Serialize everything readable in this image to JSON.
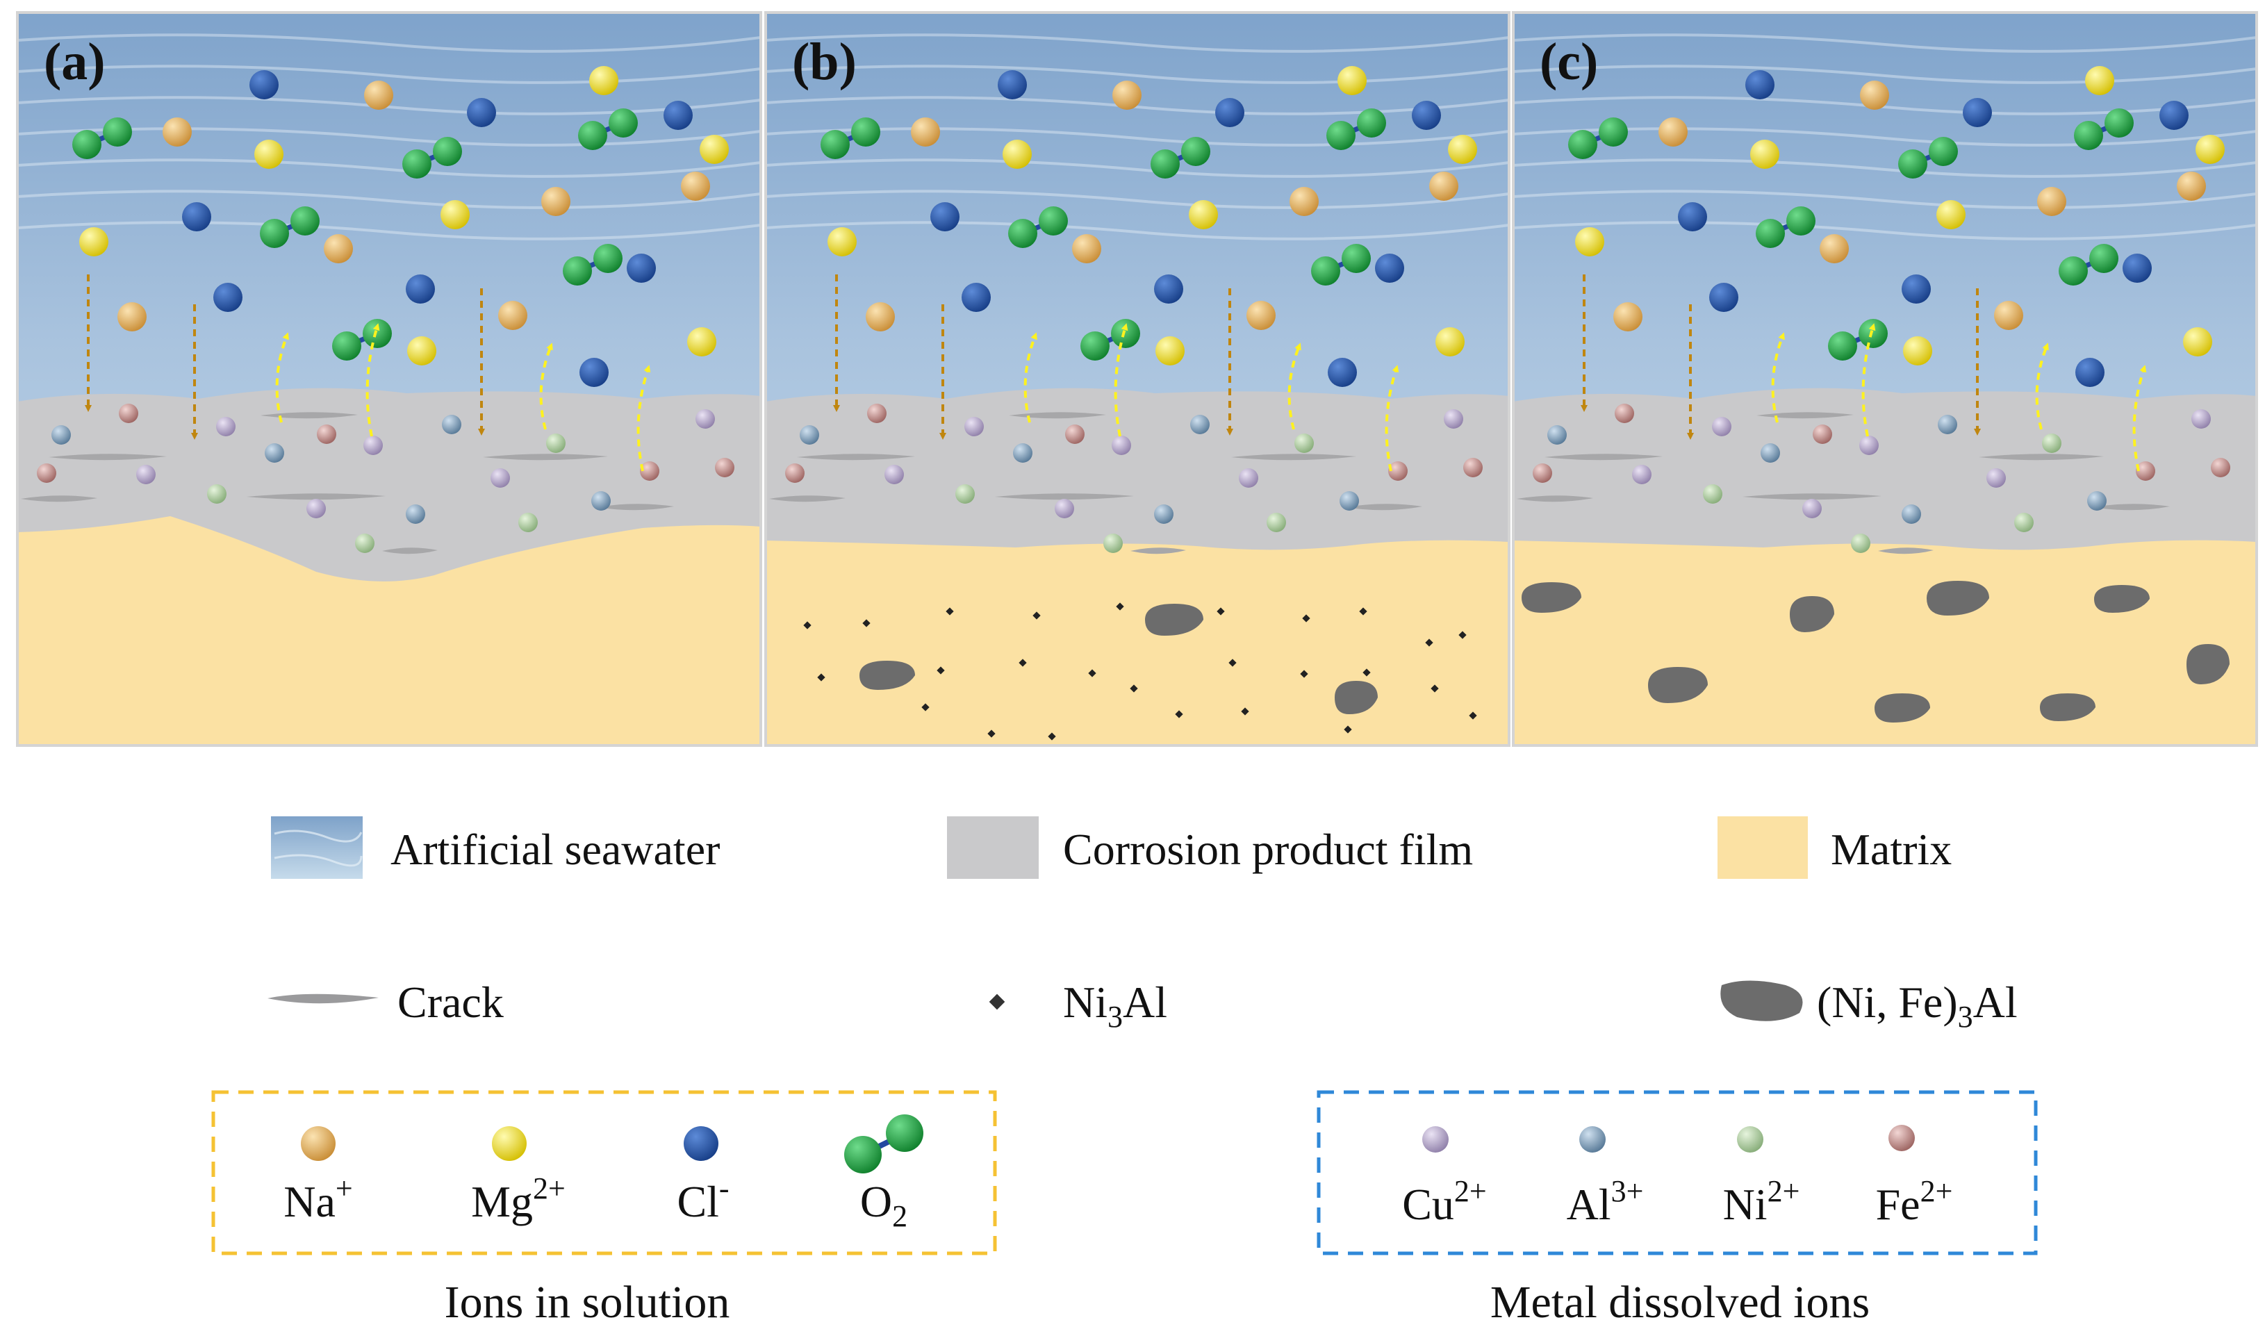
{
  "panels": [
    {
      "label": "(a)",
      "variant": "a"
    },
    {
      "label": "(b)",
      "variant": "b"
    },
    {
      "label": "(c)",
      "variant": "c"
    }
  ],
  "legend_layers": {
    "seawater": "Artificial seawater",
    "film": "Corrosion product film",
    "matrix": "Matrix"
  },
  "legend_features": {
    "crack": "Crack",
    "ni3al": {
      "base": "Ni",
      "sub": "3",
      "tail": "Al"
    },
    "nife3al": {
      "base": "(Ni, Fe)",
      "sub": "3",
      "tail": "Al"
    }
  },
  "ions_in_solution": {
    "caption": "Ions in solution",
    "items": [
      {
        "key": "na",
        "base": "Na",
        "sup": "+",
        "sub": "",
        "color": "#d9a355"
      },
      {
        "key": "mg",
        "base": "Mg",
        "sup": "2+",
        "sub": "",
        "color": "#ecd90a"
      },
      {
        "key": "cl",
        "base": "Cl",
        "sup": "-",
        "sub": "",
        "color": "#1f4a9a"
      },
      {
        "key": "o2",
        "base": "O",
        "sup": "",
        "sub": "2",
        "color": "#1c9a3c"
      }
    ]
  },
  "metal_ions": {
    "caption": "Metal dissolved ions",
    "items": [
      {
        "key": "cu",
        "base": "Cu",
        "sup": "2+",
        "color": "#a99bc0"
      },
      {
        "key": "al",
        "base": "Al",
        "sup": "3+",
        "color": "#6f91ad"
      },
      {
        "key": "ni",
        "base": "Ni",
        "sup": "2+",
        "color": "#a3c596"
      },
      {
        "key": "fe",
        "base": "Fe",
        "sup": "2+",
        "color": "#b57f7d"
      }
    ]
  },
  "colors": {
    "water_top": "#7fa3cb",
    "water_bottom": "#c8dcec",
    "film": "#c9c9cb",
    "matrix": "#fbe1a3",
    "precipitate": "#6c6c6c",
    "inward_arrow": "#c0860f",
    "outward_arrow": "#fff21f",
    "ions_box_border": "#f5c233",
    "metal_box_border": "#2f88d8"
  }
}
